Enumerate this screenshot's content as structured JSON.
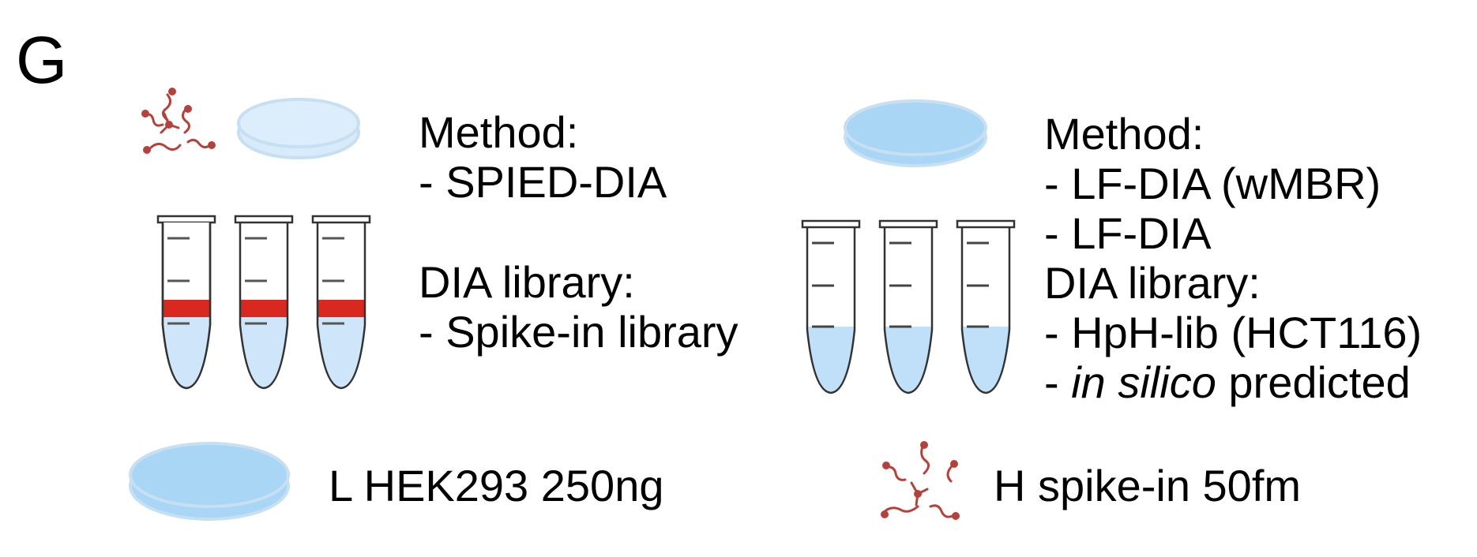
{
  "panel_label": "G",
  "left_block": {
    "method_heading": "Method:",
    "method_items": [
      "- SPIED-DIA"
    ],
    "library_heading": "DIA library:",
    "library_items": [
      "- Spike-in library"
    ]
  },
  "right_block": {
    "method_heading": "Method:",
    "method_items": [
      "- LF-DIA (wMBR)",
      "- LF-DIA"
    ],
    "library_heading": "DIA library:",
    "library_items": [
      "- HpH-lib (HCT116)"
    ],
    "last_item_prefix": "- ",
    "last_item_italic": "in silico",
    "last_item_suffix": " predicted"
  },
  "legend": {
    "light_label": "L HEK293 250ng",
    "heavy_label": "H spike-in 50fm"
  },
  "colors": {
    "dish_fill": "#a9d6f5",
    "dish_rim": "#c7dff2",
    "dish_light_fill": "#d8ebfa",
    "tube_outline": "#333333",
    "tube_liquid": "#cfe6fa",
    "tube_band": "#d8281f",
    "peptide": "#b5423a"
  }
}
